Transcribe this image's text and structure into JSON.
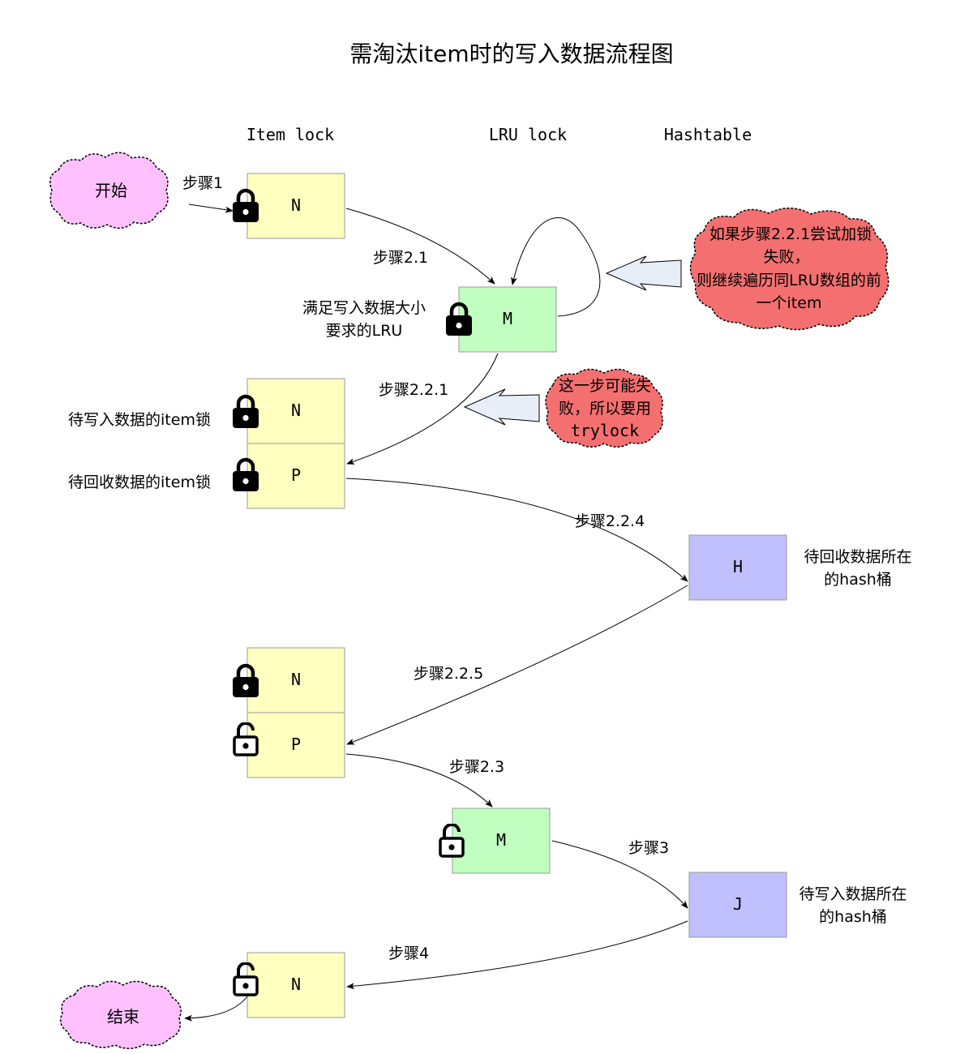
{
  "title": "需淘汰item时的写入数据流程图",
  "columns": {
    "item_lock": "Item lock",
    "lru_lock": "LRU lock",
    "hashtable": "Hashtable"
  },
  "terminals": {
    "start": "开始",
    "end": "结束"
  },
  "boxes": {
    "n1": "N",
    "m1": "M",
    "n2": "N",
    "p1": "P",
    "h": "H",
    "n3": "N",
    "p2": "P",
    "m2": "M",
    "j": "J",
    "n4": "N"
  },
  "steps": {
    "s1": "步骤1",
    "s2_1": "步骤2.1",
    "s2_2_1": "步骤2.2.1",
    "s2_2_4": "步骤2.2.4",
    "s2_2_5": "步骤2.2.5",
    "s2_3": "步骤2.3",
    "s3": "步骤3",
    "s4": "步骤4"
  },
  "labels": {
    "lru_req_line1": "满足写入数据大小",
    "lru_req_line2": "要求的LRU",
    "write_item_lock": "待写入数据的item锁",
    "evict_item_lock": "待回收数据的item锁",
    "evict_bucket_line1": "待回收数据所在",
    "evict_bucket_line2": "的hash桶",
    "write_bucket_line1": "待写入数据所在",
    "write_bucket_line2": "的hash桶"
  },
  "callouts": {
    "retry": [
      "如果步骤2.2.1尝试加锁",
      "失败，",
      "则继续遍历同LRU数组的前",
      "一个item"
    ],
    "trylock": [
      "这一步可能失",
      "败，所以要用",
      "trylock"
    ]
  },
  "colors": {
    "item_box": "#FFFFC0",
    "lru_box": "#C0FFC0",
    "hash_box": "#C0C0FF",
    "terminal": "#FFC0FF",
    "callout": "#F47070",
    "hollow_arrow": "#E8EEF8"
  },
  "icons": [
    "lock-closed-icon",
    "lock-open-icon"
  ]
}
